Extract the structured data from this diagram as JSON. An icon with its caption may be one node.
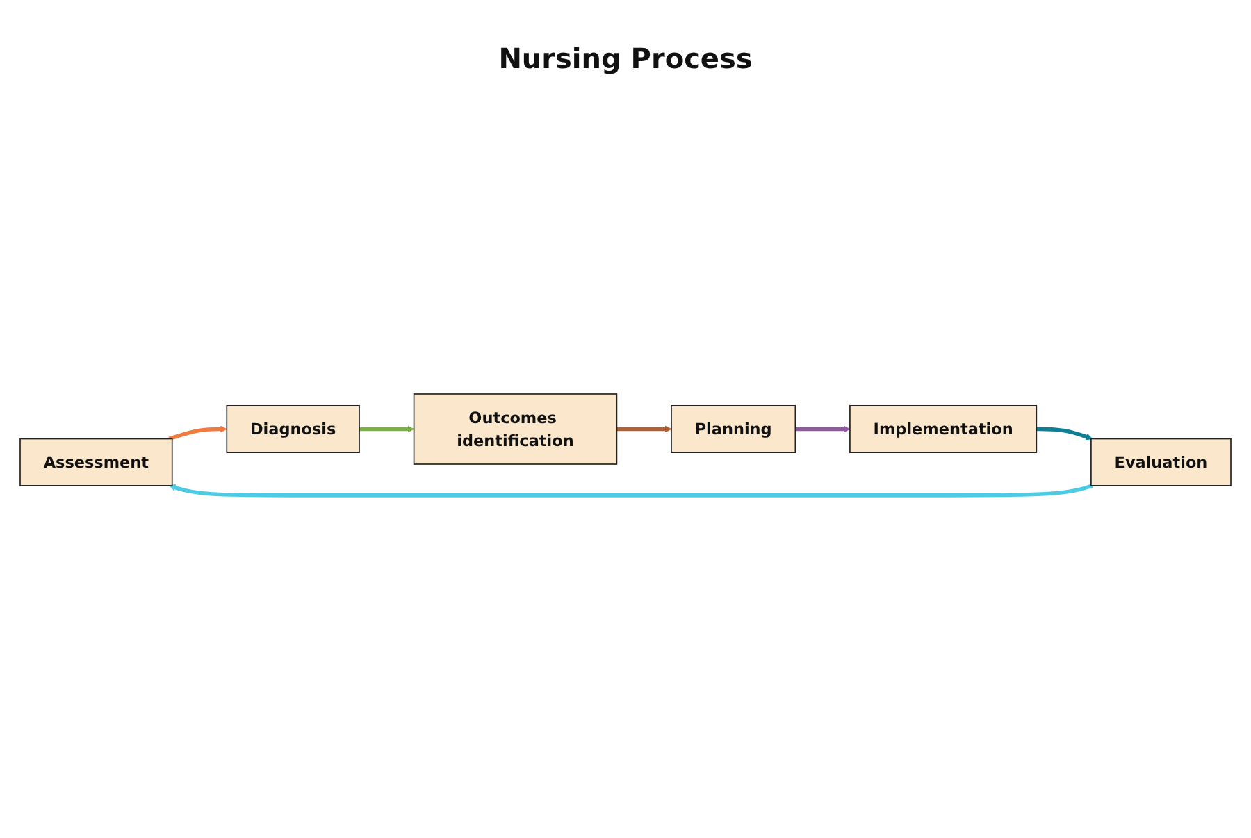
{
  "diagram": {
    "nodes": [
      {
        "text": [
          "Assessment"
        ]
      },
      {
        "text": [
          "Diagnosis"
        ]
      },
      {
        "text": [
          "Outcomes identification"
        ]
      },
      {
        "text": [
          "Planning"
        ]
      },
      {
        "text": [
          "Implementation"
        ]
      },
      {
        "text": [
          "Evaluation"
        ]
      }
    ],
    "edges": [
      {
        "from": 5,
        "to": 0,
        "arrow": "to",
        "color": "#4ecbe4"
      },
      {
        "from": 0,
        "to": 1,
        "arrow": "to",
        "color": "#f07a40"
      },
      {
        "from": 1,
        "to": 2,
        "arrow": "to",
        "color": "#7ab040"
      },
      {
        "from": 2,
        "to": 3,
        "arrow": "to",
        "color": "#b05f35"
      },
      {
        "from": 3,
        "to": 4,
        "arrow": "to",
        "color": "#8f5aa0"
      },
      {
        "from": 4,
        "to": 5,
        "arrow": "to",
        "color": "#0e7f95"
      }
    ],
    "labels": [
      "Nursing Process"
    ]
  }
}
